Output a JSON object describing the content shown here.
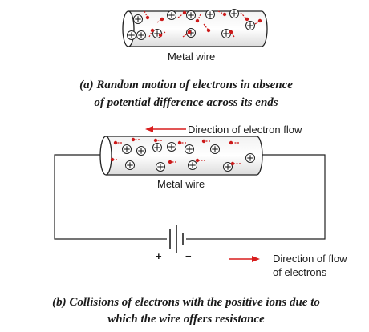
{
  "figure_a": {
    "wire_label": "Metal wire",
    "caption_line1": "(a) Random motion of electrons in absence",
    "caption_line2": "of potential difference across its ends"
  },
  "figure_b": {
    "electron_flow_label": "Direction of electron flow",
    "wire_label": "Metal wire",
    "plus_label": "+",
    "minus_label": "−",
    "legend_line1": "Direction of flow",
    "legend_line2": "of electrons",
    "caption_line1": "(b) Collisions of electrons with the positive ions due to",
    "caption_line2": "which the wire offers resistance"
  },
  "symbols": {
    "ion": "⊕",
    "electron": "e"
  },
  "colors": {
    "electron": "#cc1a1a",
    "arrow": "#d81d1d",
    "ink": "#1a1a1a"
  }
}
